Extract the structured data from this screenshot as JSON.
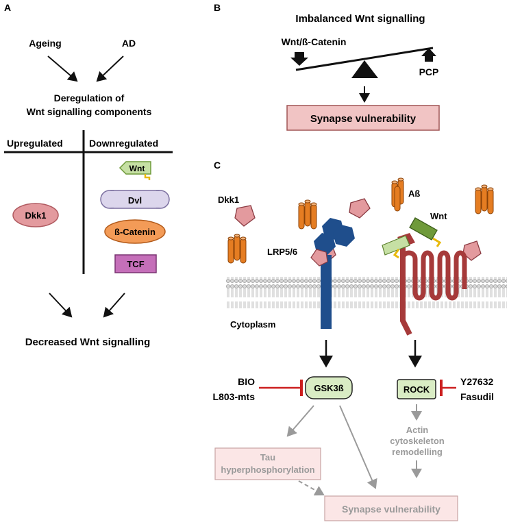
{
  "panel_a": {
    "letter": "A",
    "ageing": "Ageing",
    "ad": "AD",
    "dereg_line1": "Deregulation of",
    "dereg_line2": "Wnt signalling components",
    "upregulated": "Upregulated",
    "downregulated": "Downregulated",
    "dkk1": "Dkk1",
    "wnt": "Wnt",
    "dvl": "Dvl",
    "beta_catenin": "ß-Catenin",
    "tcf": "TCF",
    "decreased": "Decreased Wnt signalling"
  },
  "panel_b": {
    "letter": "B",
    "title": "Imbalanced Wnt signalling",
    "wnt_beta": "Wnt/ß-Catenin",
    "pcp": "PCP",
    "synapse": "Synapse vulnerability"
  },
  "panel_c": {
    "letter": "C",
    "dkk1": "Dkk1",
    "abeta": "Aß",
    "wnt": "Wnt",
    "lrp": "LRP5/6",
    "cytoplasm": "Cytoplasm",
    "bio": "BIO",
    "l803": "L803-mts",
    "gsk": "GSK3ß",
    "rock": "ROCK",
    "y27632": "Y27632",
    "fasudil": "Fasudil",
    "actin1": "Actin",
    "actin2": "cytoskeleton",
    "actin3": "remodelling",
    "tau1": "Tau",
    "tau2": "hyperphosphorylation",
    "synapse": "Synapse vulnerability"
  },
  "colors": {
    "dkk_fill": "#e39a9e",
    "wnt_fill": "#c6e0a4",
    "wnt_dark": "#6f9a3a",
    "dvl_fill": "#dcd6ec",
    "catenin_fill": "#f39b57",
    "tcf_fill": "#c56fb9",
    "box_fill": "#f1c4c4",
    "lrp_blue": "#1f4e8c",
    "receptor_red": "#a63a3a",
    "abeta_orange": "#e57d22",
    "inhibitor_red": "#cc1f1f",
    "gray": "#9a9a9a"
  }
}
